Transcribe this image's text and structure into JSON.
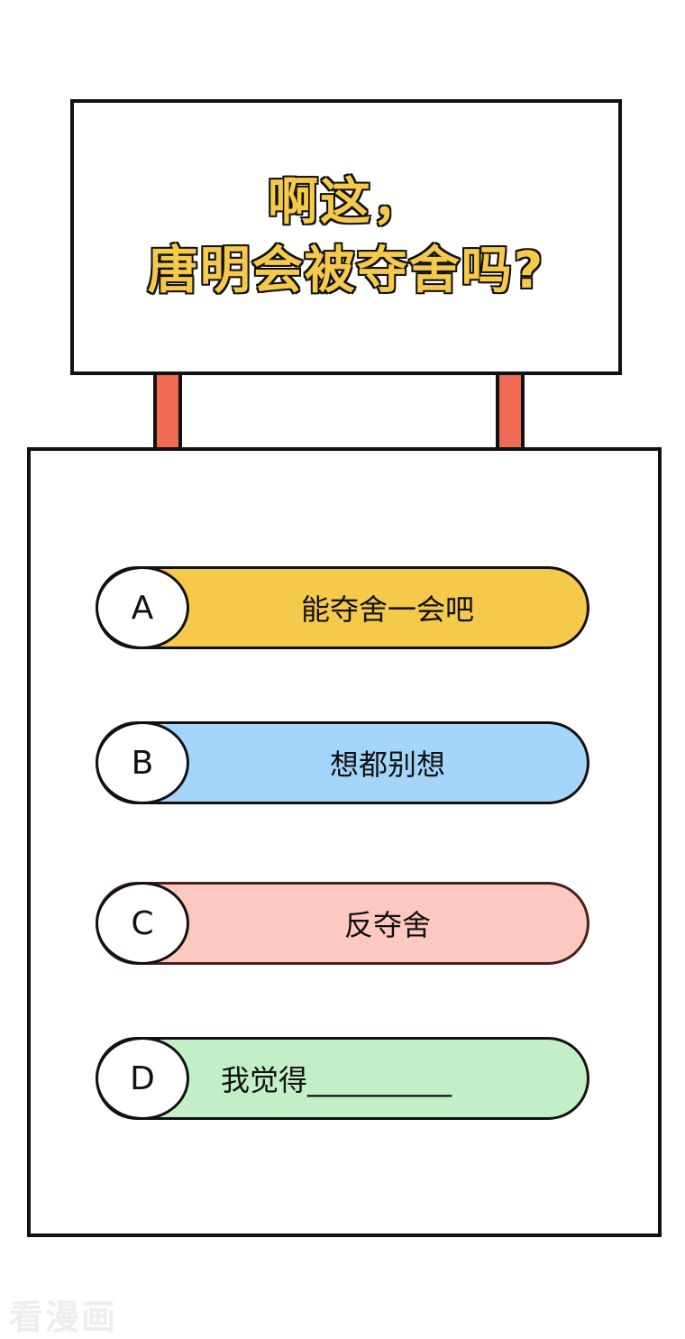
{
  "sign": {
    "title_line1": "啊这，",
    "title_line2": "唐明会被夺舍吗?",
    "title_color": "#f5c94a",
    "post_color": "#ef6b53"
  },
  "options": [
    {
      "letter": "A",
      "text": "能夺舍一会吧",
      "color": "#f5c94a"
    },
    {
      "letter": "B",
      "text": "想都别想",
      "color": "#a3d6fa"
    },
    {
      "letter": "C",
      "text": "反夺舍",
      "color": "#fdc8bf"
    },
    {
      "letter": "D",
      "text": "我觉得__________",
      "color": "#c3efc6"
    }
  ],
  "watermark": "看漫画"
}
